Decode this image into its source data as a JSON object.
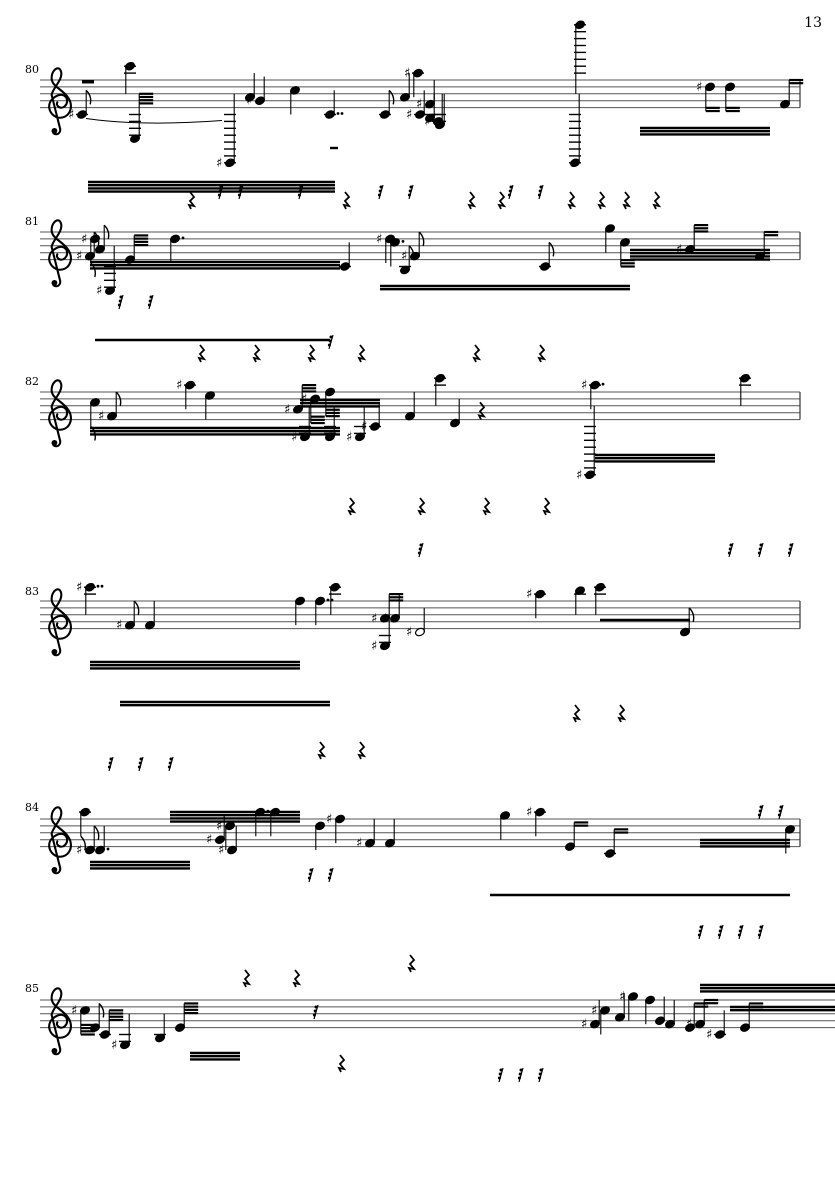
{
  "page": {
    "number": "13",
    "clef": "treble"
  },
  "systems": [
    {
      "measure_number": "80",
      "events": [
        {
          "type": "rest",
          "value": "whole",
          "voice": "upper"
        },
        {
          "type": "note",
          "pitch": "C#4",
          "duration": "eighth",
          "tie": true
        },
        {
          "type": "note",
          "pitch": "C3",
          "duration": "64th"
        },
        {
          "type": "note",
          "pitch": "C6",
          "duration": "quarter"
        },
        {
          "type": "note",
          "pitch": "C#2",
          "duration": "quarter"
        },
        {
          "type": "note",
          "pitch": "A4",
          "duration": "quarter"
        },
        {
          "type": "note",
          "pitch": "G#4",
          "duration": "quarter"
        },
        {
          "type": "note",
          "pitch": "C5",
          "duration": "quarter"
        },
        {
          "type": "note",
          "pitch": "C4",
          "duration": "double-dotted"
        },
        {
          "type": "note",
          "pitch": "C4",
          "duration": "eighth"
        },
        {
          "type": "note",
          "pitch": "C#4",
          "duration": "quarter"
        },
        {
          "type": "note",
          "pitch": "A#5",
          "duration": "quarter"
        },
        {
          "type": "note",
          "pitch": "F#4",
          "duration": "quarter"
        },
        {
          "type": "note",
          "pitch": "A4",
          "duration": "quarter"
        },
        {
          "type": "note",
          "pitch": "B3",
          "duration": "quarter"
        },
        {
          "type": "note",
          "pitch": "A#3",
          "duration": "quarter"
        },
        {
          "type": "note",
          "pitch": "G3",
          "duration": "quarter"
        },
        {
          "type": "note",
          "pitch": "A7",
          "duration": "quarter"
        },
        {
          "type": "note",
          "pitch": "C2",
          "duration": "quarter"
        },
        {
          "type": "note",
          "pitch": "D#5",
          "duration": "sixteenth"
        },
        {
          "type": "note",
          "pitch": "D5",
          "duration": "sixteenth"
        },
        {
          "type": "note",
          "pitch": "F4",
          "duration": "sixteenth"
        }
      ]
    },
    {
      "measure_number": "81",
      "events": [
        {
          "type": "note",
          "pitch": "D#5",
          "duration": "eighth"
        },
        {
          "type": "note",
          "pitch": "A4",
          "duration": "eighth"
        },
        {
          "type": "note",
          "pitch": "F#4",
          "duration": "eighth"
        },
        {
          "type": "note",
          "pitch": "E4",
          "duration": "64th"
        },
        {
          "type": "note",
          "pitch": "C#3",
          "duration": "quarter"
        },
        {
          "type": "note",
          "pitch": "D5",
          "duration": "dotted"
        },
        {
          "type": "note",
          "pitch": "C4",
          "duration": "quarter"
        },
        {
          "type": "note",
          "pitch": "D#5",
          "duration": "quarter"
        },
        {
          "type": "note",
          "pitch": "C5",
          "duration": "dotted"
        },
        {
          "type": "note",
          "pitch": "F#4",
          "duration": "eighth"
        },
        {
          "type": "note",
          "pitch": "B3",
          "duration": "eighth"
        },
        {
          "type": "note",
          "pitch": "G5",
          "duration": "quarter"
        },
        {
          "type": "note",
          "pitch": "C4",
          "duration": "eighth"
        },
        {
          "type": "note",
          "pitch": "C5",
          "duration": "32nd"
        },
        {
          "type": "note",
          "pitch": "A#4",
          "duration": "32nd"
        },
        {
          "type": "note",
          "pitch": "F4",
          "duration": "sixteenth"
        }
      ]
    },
    {
      "measure_number": "82",
      "events": [
        {
          "type": "note",
          "pitch": "C5",
          "duration": "eighth"
        },
        {
          "type": "note",
          "pitch": "F#4",
          "duration": "eighth"
        },
        {
          "type": "note",
          "pitch": "A#5",
          "duration": "quarter"
        },
        {
          "type": "note",
          "pitch": "E5",
          "duration": "quarter"
        },
        {
          "type": "note",
          "pitch": "A#4",
          "duration": "32nd"
        },
        {
          "type": "note",
          "pitch": "D#5",
          "duration": "32nd"
        },
        {
          "type": "note",
          "pitch": "F5",
          "duration": "32nd"
        },
        {
          "type": "note",
          "pitch": "G#3",
          "duration": "quarter"
        },
        {
          "type": "note",
          "pitch": "G3",
          "duration": "quarter"
        },
        {
          "type": "note",
          "pitch": "G#3",
          "duration": "quarter"
        },
        {
          "type": "note",
          "pitch": "C#4",
          "duration": "quarter"
        },
        {
          "type": "note",
          "pitch": "F4",
          "duration": "quarter"
        },
        {
          "type": "note",
          "pitch": "C6",
          "duration": "quarter"
        },
        {
          "type": "note",
          "pitch": "D4",
          "duration": "quarter"
        },
        {
          "type": "rest",
          "value": "quarter"
        },
        {
          "type": "note",
          "pitch": "A#5",
          "duration": "dotted"
        },
        {
          "type": "note",
          "pitch": "C#2",
          "duration": "quarter"
        },
        {
          "type": "note",
          "pitch": "C6",
          "duration": "quarter"
        }
      ]
    },
    {
      "measure_number": "83",
      "events": [
        {
          "type": "note",
          "pitch": "C#6",
          "duration": "double-dotted"
        },
        {
          "type": "note",
          "pitch": "F#4",
          "duration": "eighth"
        },
        {
          "type": "note",
          "pitch": "F4",
          "duration": "quarter"
        },
        {
          "type": "note",
          "pitch": "C6",
          "duration": "quarter"
        },
        {
          "type": "note",
          "pitch": "F5",
          "duration": "double-dotted"
        },
        {
          "type": "note",
          "pitch": "A#4",
          "duration": "32nd"
        },
        {
          "type": "note",
          "pitch": "F5",
          "duration": "quarter"
        },
        {
          "type": "note",
          "pitch": "G#3",
          "duration": "quarter"
        },
        {
          "type": "note",
          "pitch": "A#4",
          "duration": "quarter"
        },
        {
          "type": "note",
          "pitch": "D#4",
          "duration": "half"
        },
        {
          "type": "note",
          "pitch": "A#5",
          "duration": "quarter"
        },
        {
          "type": "note",
          "pitch": "B5",
          "duration": "quarter"
        },
        {
          "type": "note",
          "pitch": "C6",
          "duration": "quarter"
        },
        {
          "type": "note",
          "pitch": "D4",
          "duration": "eighth"
        }
      ]
    },
    {
      "measure_number": "84",
      "events": [
        {
          "type": "note",
          "pitch": "A5",
          "duration": "eighth"
        },
        {
          "type": "note",
          "pitch": "D#4",
          "duration": "eighth"
        },
        {
          "type": "note",
          "pitch": "D4",
          "duration": "dotted"
        },
        {
          "type": "note",
          "pitch": "G#4",
          "duration": "quarter"
        },
        {
          "type": "note",
          "pitch": "D#5",
          "duration": "quarter"
        },
        {
          "type": "note",
          "pitch": "A5",
          "duration": "dotted"
        },
        {
          "type": "note",
          "pitch": "A5",
          "duration": "quarter"
        },
        {
          "type": "note",
          "pitch": "D#4",
          "duration": "quarter"
        },
        {
          "type": "note",
          "pitch": "D5",
          "duration": "quarter"
        },
        {
          "type": "note",
          "pitch": "F#5",
          "duration": "quarter"
        },
        {
          "type": "note",
          "pitch": "F#4",
          "duration": "quarter"
        },
        {
          "type": "note",
          "pitch": "F4",
          "duration": "quarter"
        },
        {
          "type": "note",
          "pitch": "G5",
          "duration": "quarter"
        },
        {
          "type": "note",
          "pitch": "A#5",
          "duration": "quarter"
        },
        {
          "type": "note",
          "pitch": "E4",
          "duration": "sixteenth"
        },
        {
          "type": "note",
          "pitch": "C4",
          "duration": "sixteenth"
        },
        {
          "type": "note",
          "pitch": "C5",
          "duration": "quarter"
        }
      ]
    },
    {
      "measure_number": "85",
      "events": [
        {
          "type": "note",
          "pitch": "C#5",
          "duration": "64th"
        },
        {
          "type": "note",
          "pitch": "E4",
          "duration": "eighth"
        },
        {
          "type": "note",
          "pitch": "G#3",
          "duration": "quarter"
        },
        {
          "type": "note",
          "pitch": "B3",
          "duration": "quarter"
        },
        {
          "type": "note",
          "pitch": "E4",
          "duration": "64th"
        },
        {
          "type": "note",
          "pitch": "C4",
          "duration": "64th"
        },
        {
          "type": "note",
          "pitch": "C#5",
          "duration": "quarter"
        },
        {
          "type": "note",
          "pitch": "A4",
          "duration": "quarter"
        },
        {
          "type": "note",
          "pitch": "G#5",
          "duration": "quarter"
        },
        {
          "type": "note",
          "pitch": "F#4",
          "duration": "quarter"
        },
        {
          "type": "note",
          "pitch": "F5",
          "duration": "quarter"
        },
        {
          "type": "note",
          "pitch": "G4",
          "duration": "quarter"
        },
        {
          "type": "note",
          "pitch": "F4",
          "duration": "quarter"
        },
        {
          "type": "note",
          "pitch": "E4",
          "duration": "sixteenth"
        },
        {
          "type": "note",
          "pitch": "F#4",
          "duration": "sixteenth"
        },
        {
          "type": "note",
          "pitch": "C#4",
          "duration": "quarter"
        },
        {
          "type": "note",
          "pitch": "E4",
          "duration": "32nd"
        }
      ]
    }
  ]
}
